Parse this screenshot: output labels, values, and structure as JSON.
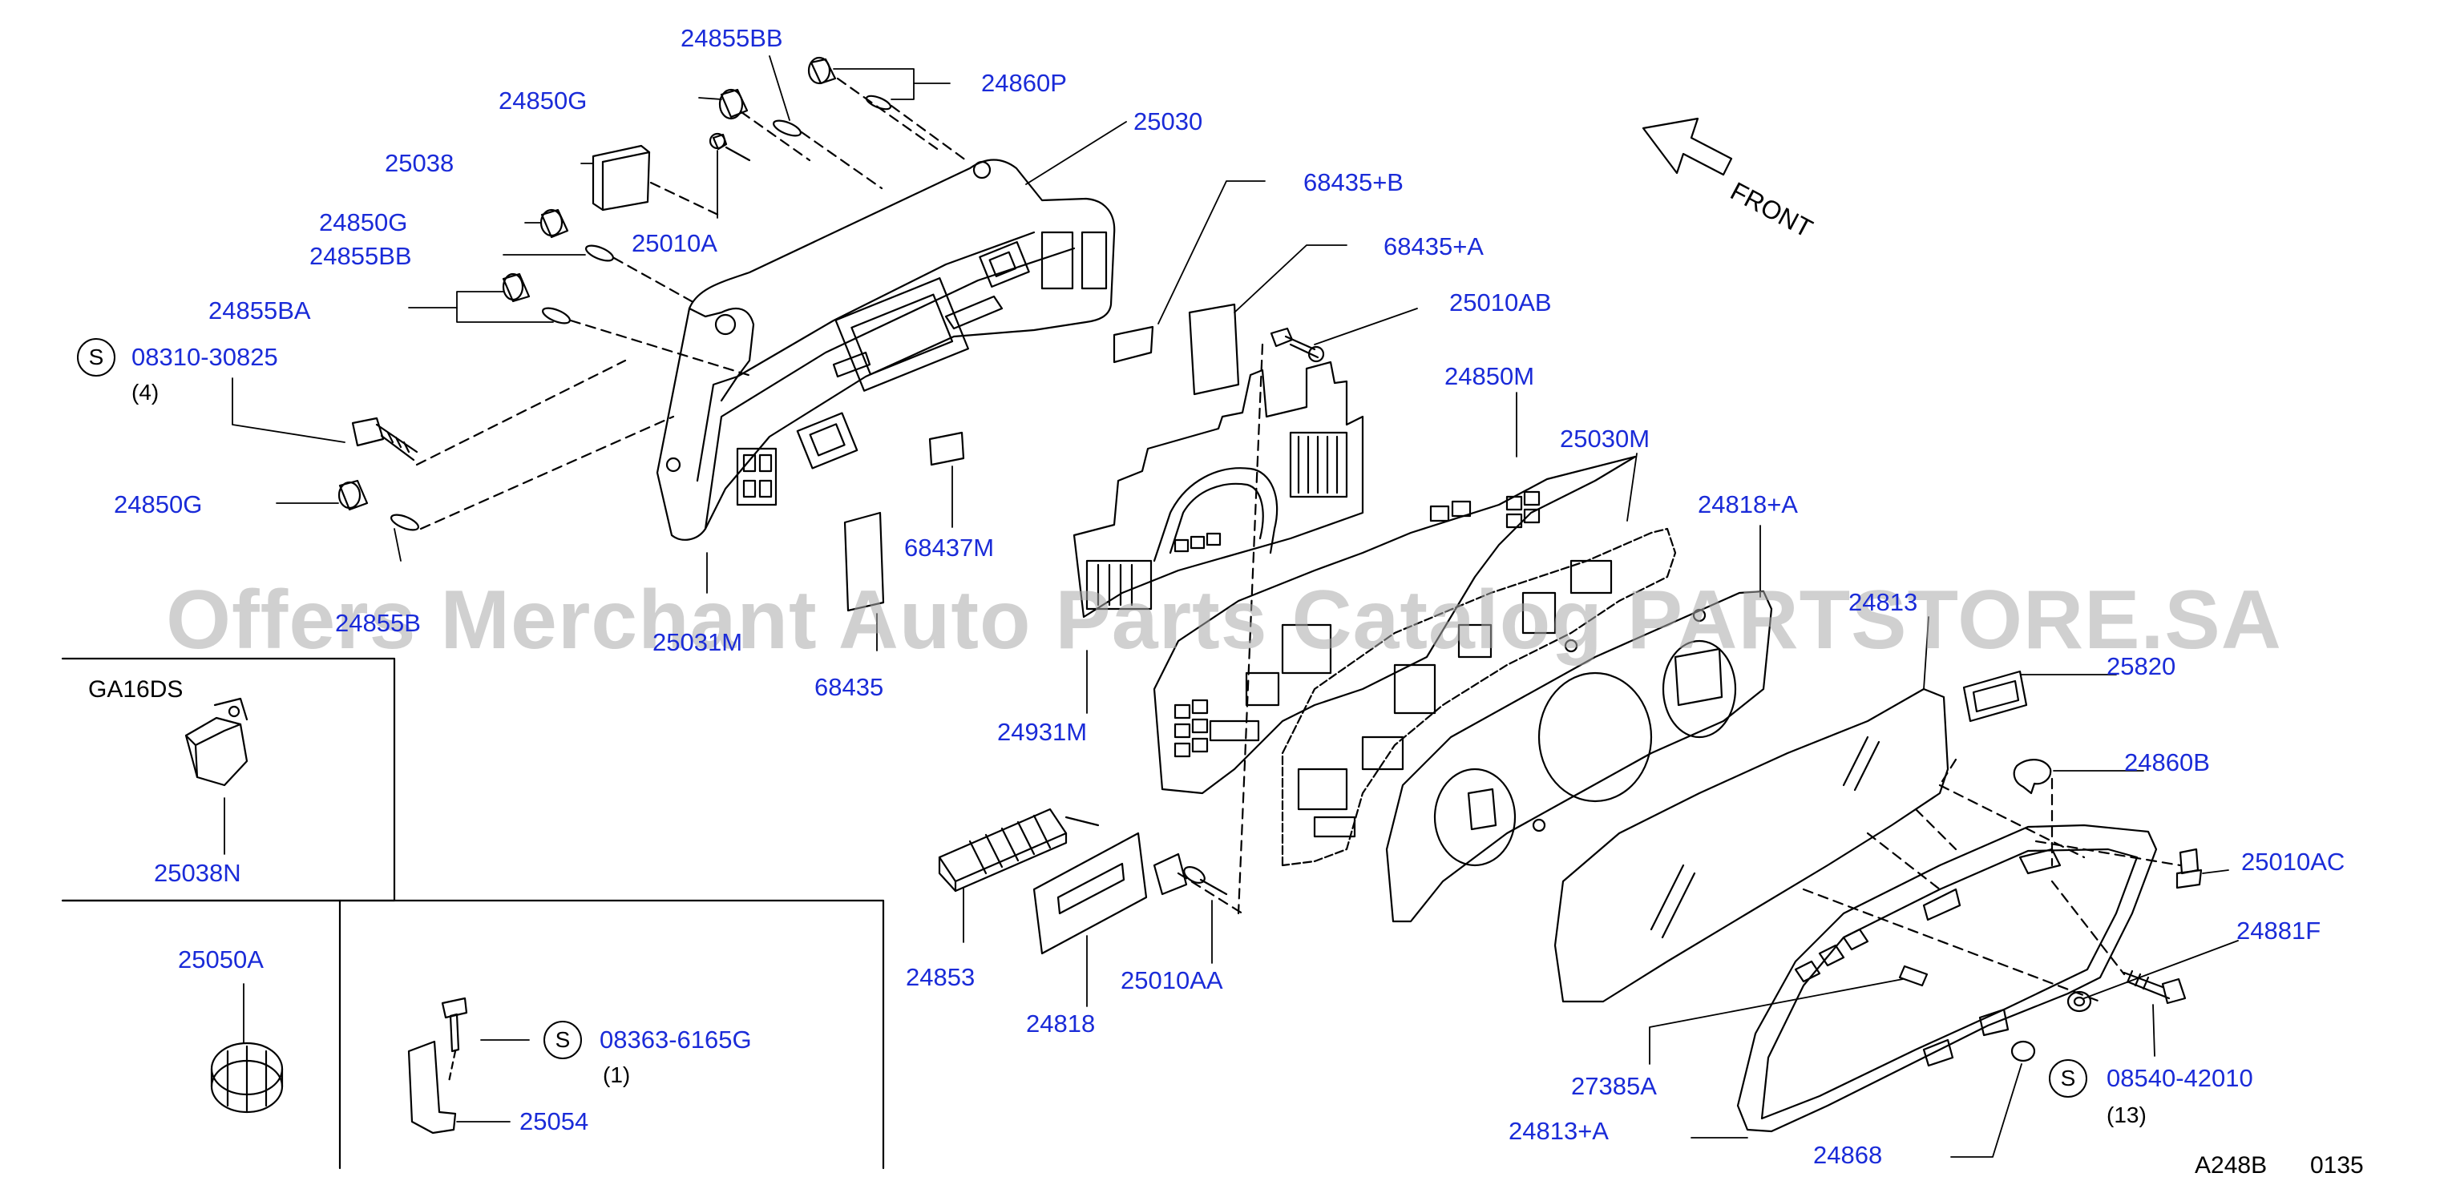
{
  "diagram": {
    "variant_label": "GA16DS",
    "direction_label": "FRONT",
    "figure_code": "A248B",
    "figure_number": "0135",
    "service_mark": "S",
    "watermark": "Offers Merchant Auto Parts Catalog PARTSTORE.SA"
  },
  "parts": {
    "p24855BB_top": "24855BB",
    "p24860P": "24860P",
    "p24850G_top": "24850G",
    "p25030": "25030",
    "p25038": "25038",
    "p24850G_mid": "24850G",
    "p24855BB_mid": "24855BB",
    "p25010A": "25010A",
    "p24855BA": "24855BA",
    "p08310_30825": "08310-30825",
    "p24850G_low": "24850G",
    "p24855B": "24855B",
    "p25031M": "25031M",
    "p68435B": "68435+B",
    "p68435A": "68435+A",
    "p25010AB": "25010AB",
    "p24850M": "24850M",
    "p25030M": "25030M",
    "p24818A": "24818+A",
    "p24813": "24813",
    "p68437M": "68437M",
    "p68435": "68435",
    "p24931M": "24931M",
    "p25820": "25820",
    "p24860B": "24860B",
    "p25010AC": "25010AC",
    "p24881F": "24881F",
    "p24853": "24853",
    "p24818": "24818",
    "p25010AA": "25010AA",
    "p27385A": "27385A",
    "p08540_42010": "08540-42010",
    "p24813A": "24813+A",
    "p24868": "24868",
    "p25038N": "25038N",
    "p25050A": "25050A",
    "p08363_6165G": "08363-6165G",
    "p25054": "25054"
  },
  "quantities": {
    "q08310_30825": "(4)",
    "q08363_6165G": "(1)",
    "q08540_42010": "(13)"
  }
}
